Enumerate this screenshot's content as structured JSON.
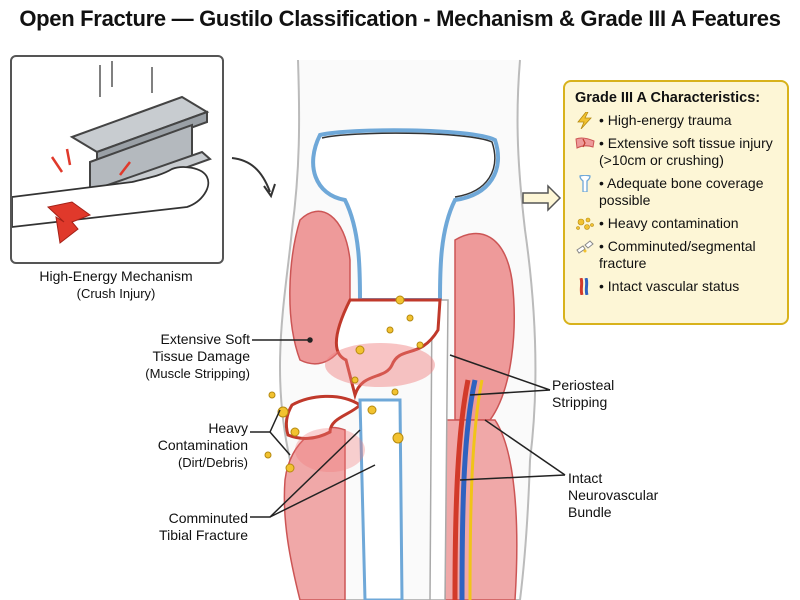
{
  "title": "Open Fracture — Gustilo Classification - Mechanism & Grade III A Features",
  "mechanism": {
    "label": "High-Energy Mechanism",
    "sublabel": "(Crush Injury)"
  },
  "callouts": {
    "soft_tissue": {
      "label_line1": "Extensive Soft",
      "label_line2": "Tissue Damage",
      "sublabel": "(Muscle Stripping)"
    },
    "contamination": {
      "label_line1": "Heavy",
      "label_line2": "Contamination",
      "sublabel": "(Dirt/Debris)"
    },
    "comminuted": {
      "label_line1": "Comminuted",
      "label_line2": "Tibial Fracture"
    },
    "periosteal": {
      "label_line1": "Periosteal",
      "label_line2": "Stripping"
    },
    "neurovascular": {
      "label_line1": "Intact",
      "label_line2": "Neurovascular",
      "label_line3": "Bundle"
    }
  },
  "characteristics": {
    "title": "Grade III A Characteristics:",
    "items": [
      {
        "icon": "lightning-icon",
        "text_line1": "High-energy trauma",
        "text_line2": ""
      },
      {
        "icon": "torn-muscle-icon",
        "text_line1": "Extensive soft tissue injury",
        "text_line2": "(>10cm or crushing)"
      },
      {
        "icon": "bone-icon",
        "text_line1": "Adequate bone coverage",
        "text_line2": "possible"
      },
      {
        "icon": "dirt-particles-icon",
        "text_line1": "Heavy contamination",
        "text_line2": ""
      },
      {
        "icon": "fragmented-bone-icon",
        "text_line1": "Comminuted/segmental",
        "text_line2": "fracture"
      },
      {
        "icon": "vessels-icon",
        "text_line1": "Intact vascular status",
        "text_line2": ""
      }
    ]
  },
  "colors": {
    "box_border": "#d8b21c",
    "box_fill": "#fdf6d6",
    "muscle": "#e88a8a",
    "bone_outline": "#6fa8d8",
    "debris": "#f2c230",
    "arrow_red": "#e0392b"
  }
}
